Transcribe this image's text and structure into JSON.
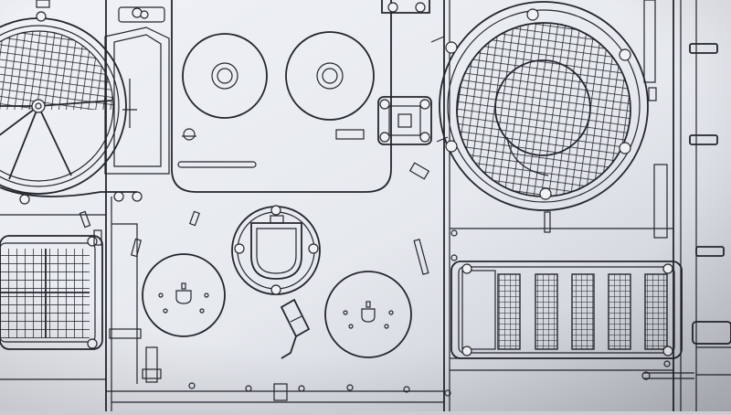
{
  "image": {
    "kind": "photograph of a technical line drawing (vehicle deck plan)",
    "has_printed_text": false
  },
  "colors": {
    "paper_light": "#eef0f3",
    "paper_shadow": "#c4c8cf",
    "line": "#23262c"
  },
  "components": {
    "left_fan_grille": "circular-mesh-fan",
    "right_fan_grille": "circular-mesh-fan",
    "twin_round_hatches": "round-hatch-pair",
    "small_access_plates": "round-plate",
    "side_vents": "rectangular-mesh-vent",
    "hinge_brackets": "hinge-bracket"
  }
}
